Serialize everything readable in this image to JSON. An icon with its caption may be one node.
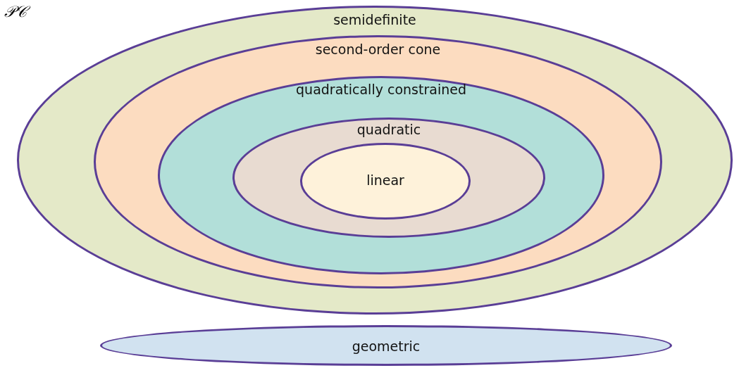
{
  "diagram": {
    "nodes": [
      {
        "text": [
          "semidefinite"
        ]
      },
      {
        "text": [
          "second-order cone"
        ],
        "in": 0
      },
      {
        "text": [
          "quadratically constrained"
        ],
        "in": 1
      },
      {
        "text": [
          "quadratic"
        ],
        "in": 2
      },
      {
        "text": [
          "linear"
        ],
        "in": 3
      },
      {
        "text": [
          "geometric"
        ]
      }
    ],
    "edges": [],
    "labels": [
      "𝒫𝒞"
    ]
  }
}
